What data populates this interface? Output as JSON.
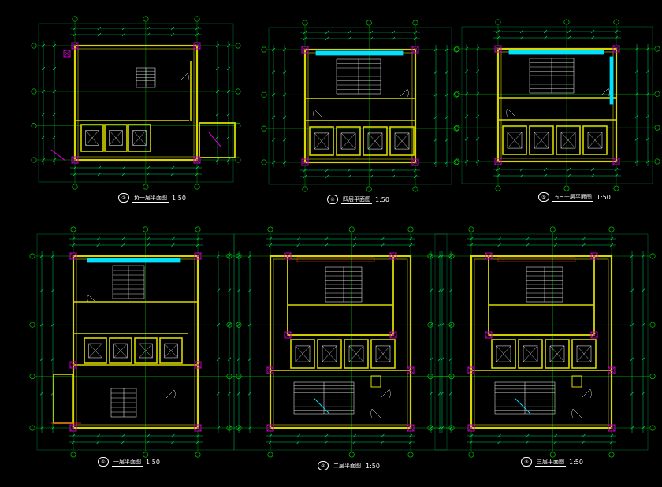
{
  "colors": {
    "background": "#000000",
    "wall": "#d8d800",
    "dim_line": "#00d060",
    "axis_line": "#00e000",
    "column": "#c000c0",
    "window": "#00e0ff",
    "stair": "#ffffff",
    "door": "#ffffff",
    "annotation_red": "#ff2020",
    "text": "#ffffff"
  },
  "sheets": [
    {
      "id": "p1",
      "caption_num": "②",
      "caption_title": "负一层平面图",
      "scale": "1:50"
    },
    {
      "id": "p2",
      "caption_num": "④",
      "caption_title": "四层平面图",
      "scale": "1:50"
    },
    {
      "id": "p3",
      "caption_num": "⑤",
      "caption_title": "五~十层平面图",
      "scale": "1:50"
    },
    {
      "id": "p4",
      "caption_num": "①",
      "caption_title": "一层平面图",
      "scale": "1:50"
    },
    {
      "id": "p5",
      "caption_num": "②",
      "caption_title": "二层平面图",
      "scale": "1:50"
    },
    {
      "id": "p6",
      "caption_num": "③",
      "caption_title": "三层平面图",
      "scale": "1:50"
    }
  ]
}
